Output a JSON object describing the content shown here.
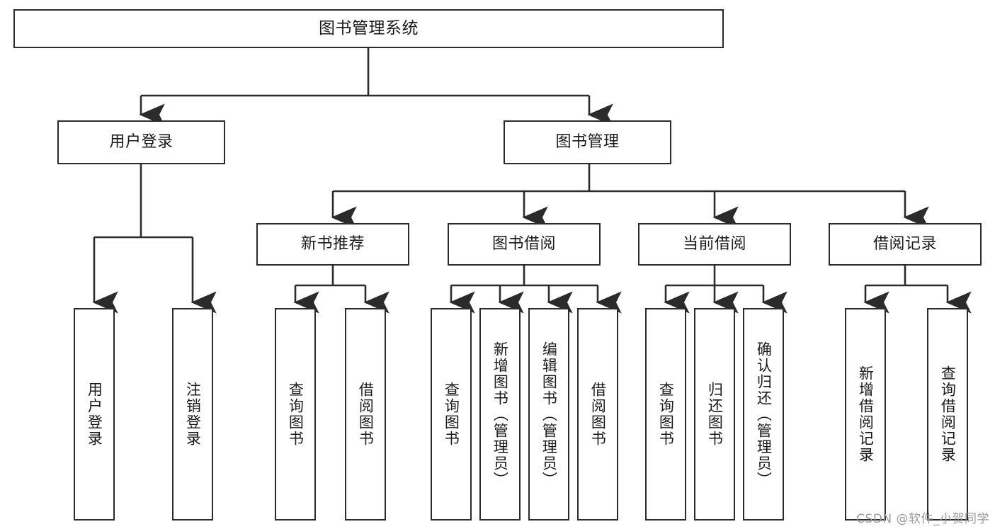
{
  "diagram": {
    "title": "图书管理系统",
    "type": "tree-hierarchy",
    "watermark": "CSDN @软件_小贺同学",
    "colors": {
      "stroke": "#2b2b2b",
      "fill": "#ffffff",
      "text": "#1a1a1a",
      "watermark": "#9a9a9a"
    },
    "root": {
      "label": "图书管理系统"
    },
    "level2": [
      {
        "label": "用户登录"
      },
      {
        "label": "图书管理"
      }
    ],
    "level3": [
      {
        "label": "新书推荐"
      },
      {
        "label": "图书借阅"
      },
      {
        "label": "当前借阅"
      },
      {
        "label": "借阅记录"
      }
    ],
    "leaves": {
      "user_login": [
        {
          "label": "用户登录"
        },
        {
          "label": "注销登录"
        }
      ],
      "new_book_recommend": [
        {
          "label": "查询图书"
        },
        {
          "label": "借阅图书"
        }
      ],
      "book_borrow": [
        {
          "label": "查询图书"
        },
        {
          "label": "新增图书（管理员）"
        },
        {
          "label": "编辑图书（管理员）"
        },
        {
          "label": "借阅图书"
        }
      ],
      "current_borrow": [
        {
          "label": "查询图书"
        },
        {
          "label": "归还图书"
        },
        {
          "label": "确认归还（管理员）"
        }
      ],
      "borrow_record": [
        {
          "label": "新增借阅记录"
        },
        {
          "label": "查询借阅记录"
        }
      ]
    }
  }
}
